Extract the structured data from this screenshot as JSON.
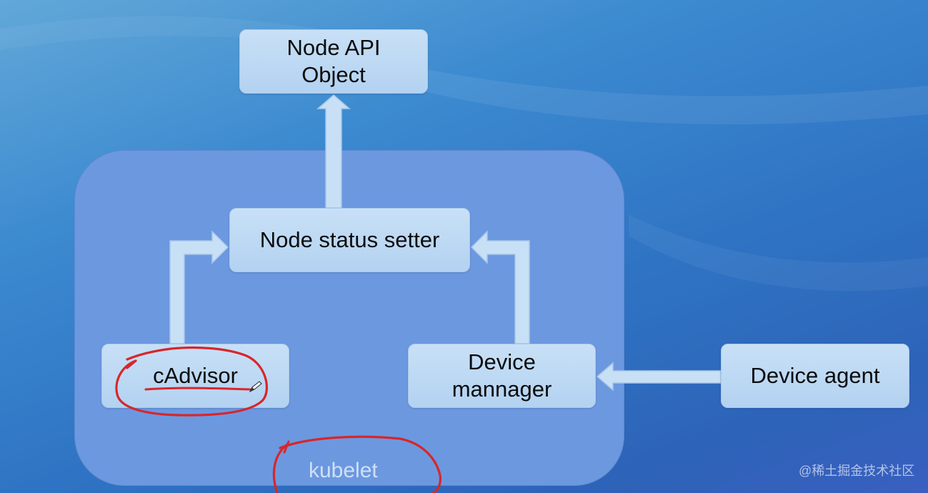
{
  "diagram": {
    "nodes": {
      "node_api_object": [
        "Node API",
        "Object"
      ],
      "node_status_setter": "Node status setter",
      "cadvisor": "cAdvisor",
      "device_manager": [
        "Device",
        "mannager"
      ],
      "device_agent": "Device agent"
    },
    "container_label": "kubelet",
    "edges": [
      {
        "from": "node_status_setter",
        "to": "node_api_object"
      },
      {
        "from": "cadvisor",
        "to": "node_status_setter"
      },
      {
        "from": "device_manager",
        "to": "node_status_setter"
      },
      {
        "from": "device_agent",
        "to": "device_manager"
      }
    ],
    "annotations": {
      "ink_color": "#d8262a",
      "circled": [
        "cadvisor",
        "container_label"
      ]
    }
  },
  "watermark": "@稀土掘金技术社区",
  "colors": {
    "node_fill": "#c1dbf4",
    "container_fill": "#6c98e0",
    "arrow_fill": "#c8e0f6"
  }
}
